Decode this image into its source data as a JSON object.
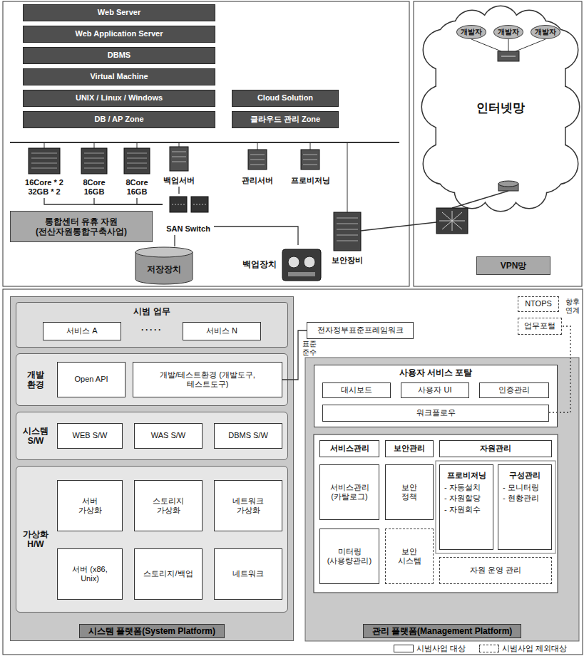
{
  "diagram": {
    "nodes": [
      {
        "text": [
          "Web Server"
        ]
      },
      {
        "text": [
          "Web Application Server"
        ]
      },
      {
        "text": [
          "DBMS"
        ]
      },
      {
        "text": [
          "Virtual Machine"
        ]
      },
      {
        "text": [
          "UNIX / Linux / Windows"
        ]
      },
      {
        "text": [
          "DB / AP Zone"
        ]
      },
      {
        "text": [
          "Cloud Solution"
        ]
      },
      {
        "text": [
          "클라우드 관리 Zone"
        ]
      },
      {
        "text": [
          "16Core * 2 32GB * 2"
        ]
      },
      {
        "text": [
          "8Core 16GB"
        ]
      },
      {
        "text": [
          "8Core 16GB"
        ]
      },
      {
        "text": [
          "통합센터 유휴 자원 (전산자원통합구축사업)"
        ]
      },
      {
        "text": [
          "백업서버"
        ]
      },
      {
        "text": [
          "관리서버"
        ]
      },
      {
        "text": [
          "프로비저닝"
        ]
      },
      {
        "text": [
          "SAN Switch"
        ]
      },
      {
        "text": [
          "저장장치"
        ]
      },
      {
        "text": [
          "백업장치"
        ]
      },
      {
        "text": [
          "보안장비"
        ]
      },
      {
        "text": [
          "인터넷망"
        ]
      },
      {
        "text": [
          "개발자"
        ],
        "in": 19
      },
      {
        "text": [
          "개발자"
        ],
        "in": 19
      },
      {
        "text": [
          "개발자"
        ],
        "in": 19
      },
      {
        "text": [
          "VPN망"
        ]
      },
      {
        "text": [
          "시스템 플랫폼(System Platform)"
        ]
      },
      {
        "text": [
          "시범 업무",
          "·····"
        ],
        "in": 24
      },
      {
        "text": [
          "서비스 A"
        ],
        "in": 25
      },
      {
        "text": [
          "서비스 N"
        ],
        "in": 25
      },
      {
        "text": [
          "개발 환경"
        ],
        "in": 24
      },
      {
        "text": [
          "Open API"
        ],
        "in": 28
      },
      {
        "text": [
          "개발/테스트환경 (개발도구, 테스트도구)"
        ],
        "in": 28
      },
      {
        "text": [
          "시스템 S/W"
        ],
        "in": 24
      },
      {
        "text": [
          "WEB S/W"
        ],
        "in": 31
      },
      {
        "text": [
          "WAS S/W"
        ],
        "in": 31
      },
      {
        "text": [
          "DBMS S/W"
        ],
        "in": 31
      },
      {
        "text": [
          "가상화 H/W"
        ],
        "in": 24
      },
      {
        "text": [
          "서버 가상화"
        ],
        "in": 35
      },
      {
        "text": [
          "스토리지 가상화"
        ],
        "in": 35
      },
      {
        "text": [
          "네트워크 가상화"
        ],
        "in": 35
      },
      {
        "text": [
          "서버 (x86, Unix)"
        ],
        "in": 35
      },
      {
        "text": [
          "스토리지/백업"
        ],
        "in": 35
      },
      {
        "text": [
          "네트워크"
        ],
        "in": 35
      },
      {
        "text": [
          "전자정부표준프레임워크"
        ]
      },
      {
        "text": [
          "NTOPS"
        ]
      },
      {
        "text": [
          "업무포털"
        ]
      },
      {
        "text": [
          "관리 플랫폼(Management Platform)"
        ]
      },
      {
        "text": [
          "사용자 서비스 포탈"
        ],
        "in": 45
      },
      {
        "text": [
          "대시보드"
        ],
        "in": 46
      },
      {
        "text": [
          "사용자 UI"
        ],
        "in": 46
      },
      {
        "text": [
          "인증관리"
        ],
        "in": 46
      },
      {
        "text": [
          "워크플로우"
        ],
        "in": 46
      },
      {
        "text": [
          "서비스관리"
        ],
        "in": 45
      },
      {
        "text": [
          "서비스관리 (카탈로그)"
        ],
        "in": 45
      },
      {
        "text": [
          "미터링 (사용량관리)"
        ],
        "in": 45
      },
      {
        "text": [
          "보안관리"
        ],
        "in": 45
      },
      {
        "text": [
          "보안 정책"
        ],
        "in": 45
      },
      {
        "text": [
          "보안 시스템"
        ],
        "in": 45
      },
      {
        "text": [
          "자원관리"
        ],
        "in": 45
      },
      {
        "text": [
          "프로비저닝",
          "- 자동설치",
          "- 자원할당",
          "- 자원회수"
        ],
        "in": 45
      },
      {
        "text": [
          "구성관리",
          "- 모니터링",
          "- 현황관리"
        ],
        "in": 45
      },
      {
        "text": [
          "자원 운영 관리"
        ],
        "in": 45
      }
    ],
    "edges": [
      {
        "from": 15,
        "to": 8,
        "arrow": "none"
      },
      {
        "from": 15,
        "to": 9,
        "arrow": "none"
      },
      {
        "from": 15,
        "to": 10,
        "arrow": "none"
      },
      {
        "from": 15,
        "to": 12,
        "arrow": "none"
      },
      {
        "from": 15,
        "to": 16,
        "arrow": "none"
      },
      {
        "from": 15,
        "to": 17,
        "arrow": "none"
      },
      {
        "from": 30,
        "to": 42,
        "label": "표준 준수",
        "arrow": "none"
      },
      {
        "from": 50,
        "to": 44,
        "arrow": "none"
      }
    ],
    "labels": [
      "향후 연계"
    ],
    "legend": [
      {
        "text": "시범사업 대상"
      },
      {
        "text": "시범사업 제외대상"
      }
    ]
  }
}
